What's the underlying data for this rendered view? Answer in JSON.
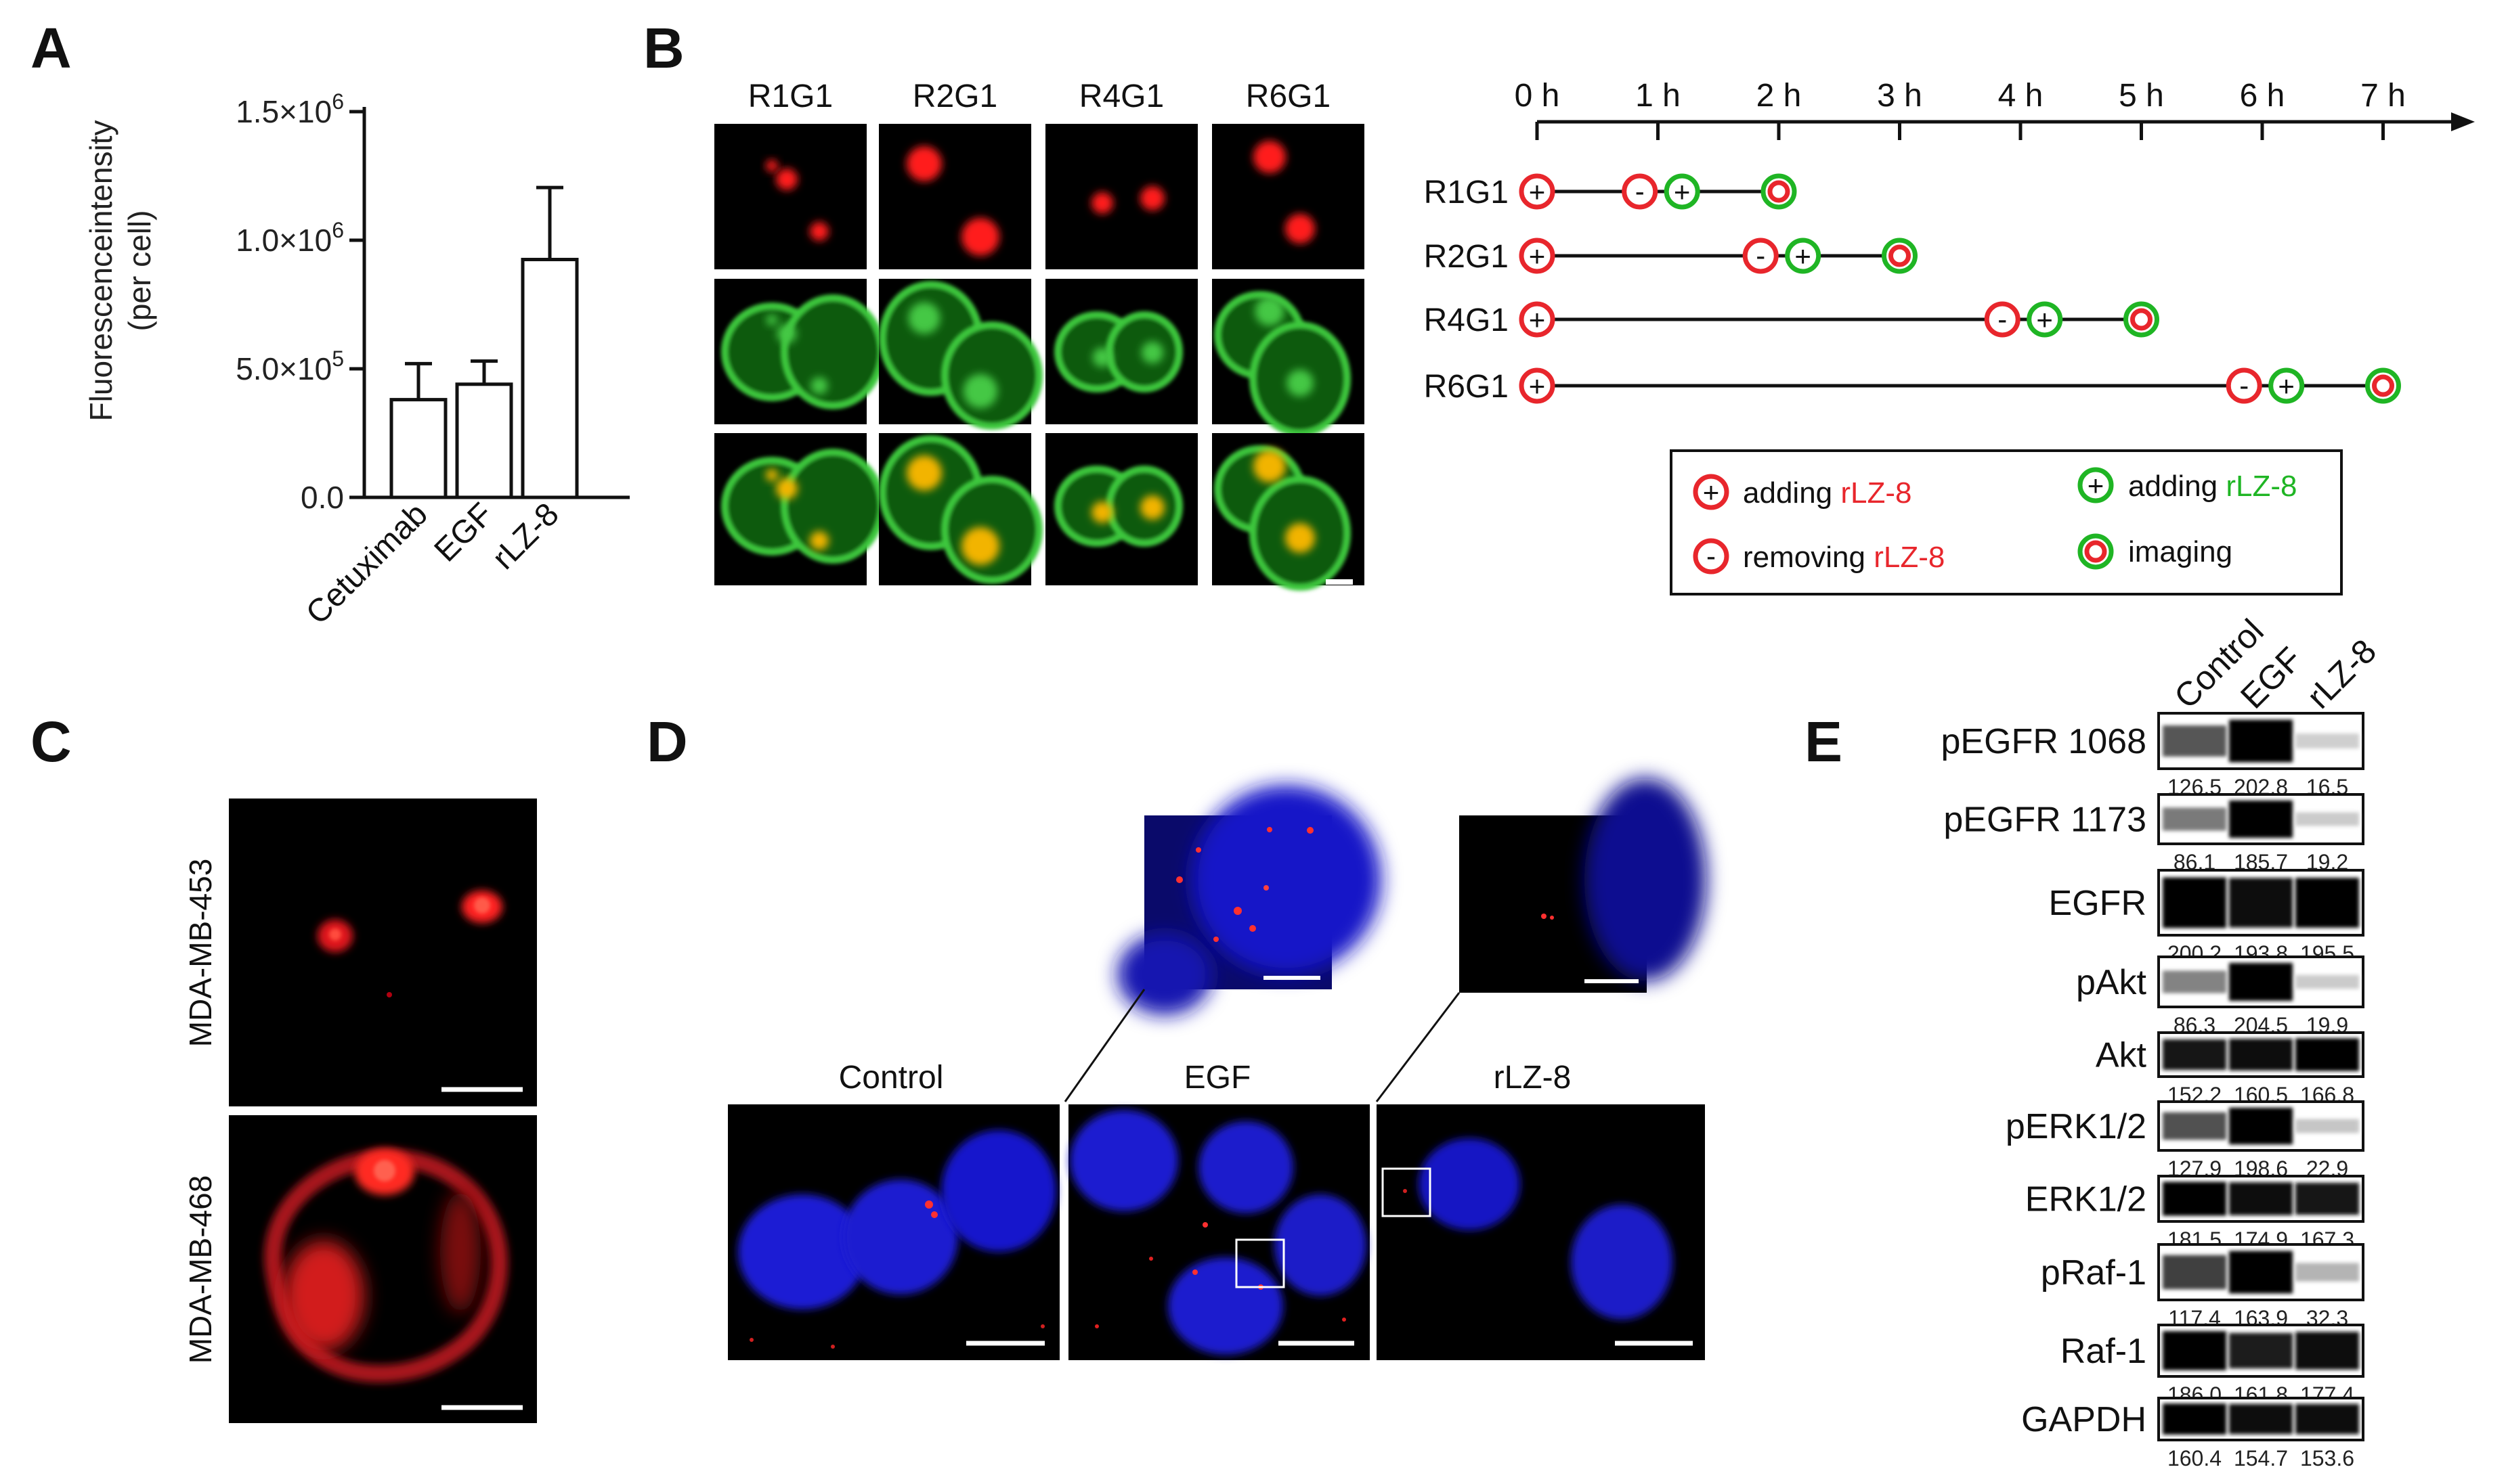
{
  "panel_labels": [
    "A",
    "B",
    "C",
    "D",
    "E"
  ],
  "panel_a": {
    "chart_data": {
      "type": "bar",
      "categories": [
        "Cetuximab",
        "EGF",
        "rLZ-8"
      ],
      "values": [
        380000,
        440000,
        925000
      ],
      "errors": [
        140000,
        90000,
        280000
      ],
      "ylabel_line1": "Fluorescenceintensity",
      "ylabel_line2": "(per cell)",
      "ylim": [
        0,
        1500000
      ],
      "yticks": [
        {
          "value": 0,
          "base": "0.0",
          "exp": ""
        },
        {
          "value": 500000,
          "base": "5.0×10",
          "exp": "5"
        },
        {
          "value": 1000000,
          "base": "1.0×10",
          "exp": "6"
        },
        {
          "value": 1500000,
          "base": "1.5×10",
          "exp": "6"
        }
      ]
    }
  },
  "panel_b": {
    "columns": [
      "R1G1",
      "R2G1",
      "R4G1",
      "R6G1"
    ],
    "axis_ticks": [
      "0 h",
      "1 h",
      "2 h",
      "3 h",
      "4 h",
      "5 h",
      "6 h",
      "7 h"
    ],
    "rows": [
      {
        "label": "R1G1",
        "remove": 0.85,
        "add": 1.2,
        "image": 2.0
      },
      {
        "label": "R2G1",
        "remove": 1.85,
        "add": 2.2,
        "image": 3.0
      },
      {
        "label": "R4G1",
        "remove": 3.85,
        "add": 4.2,
        "image": 5.0
      },
      {
        "label": "R6G1",
        "remove": 5.85,
        "add": 6.2,
        "image": 7.0
      }
    ],
    "legend": {
      "adding": "adding",
      "removing": "removing",
      "imaging": "imaging",
      "reagent": "rLZ-8"
    },
    "colors": {
      "red": "#e8262c",
      "green": "#1fb524"
    }
  },
  "panel_c": {
    "labels": [
      "MDA-MB-453",
      "MDA-MB-468"
    ]
  },
  "panel_d": {
    "labels": [
      "Control",
      "EGF",
      "rLZ-8"
    ]
  },
  "panel_e": {
    "columns": [
      "Control",
      "EGF",
      "rLZ-8"
    ],
    "rows": [
      {
        "label": "pEGFR 1068",
        "values": [
          "126.5",
          "202.8",
          "16.5"
        ],
        "intensity": [
          0.62,
          1.0,
          0.08
        ]
      },
      {
        "label": "pEGFR 1173",
        "values": [
          "86.1",
          "185.7",
          "19.2"
        ],
        "intensity": [
          0.46,
          1.0,
          0.1
        ]
      },
      {
        "label": "EGFR",
        "values": [
          "200.2",
          "193.8",
          "195.5"
        ],
        "intensity": [
          1.0,
          0.97,
          0.98
        ]
      },
      {
        "label": "pAkt",
        "values": [
          "86.3",
          "204.5",
          "19.9"
        ],
        "intensity": [
          0.42,
          1.0,
          0.1
        ]
      },
      {
        "label": "Akt",
        "values": [
          "152.2",
          "160.5",
          "166.8"
        ],
        "intensity": [
          0.91,
          0.96,
          1.0
        ]
      },
      {
        "label": "pERK1/2",
        "values": [
          "127.9",
          "198.6",
          "22.9"
        ],
        "intensity": [
          0.64,
          1.0,
          0.12
        ]
      },
      {
        "label": "ERK1/2",
        "values": [
          "181.5",
          "174.9",
          "167.3"
        ],
        "intensity": [
          1.0,
          0.96,
          0.92
        ]
      },
      {
        "label": "pRaf-1",
        "values": [
          "117.4",
          "163.9",
          "32.3"
        ],
        "intensity": [
          0.72,
          1.0,
          0.2
        ]
      },
      {
        "label": "Raf-1",
        "values": [
          "186.0",
          "161.8",
          "177.4"
        ],
        "intensity": [
          1.0,
          0.87,
          0.95
        ]
      },
      {
        "label": "GAPDH",
        "values": [
          "160.4",
          "154.7",
          "153.6"
        ],
        "intensity": [
          1.0,
          0.96,
          0.96
        ]
      }
    ]
  }
}
